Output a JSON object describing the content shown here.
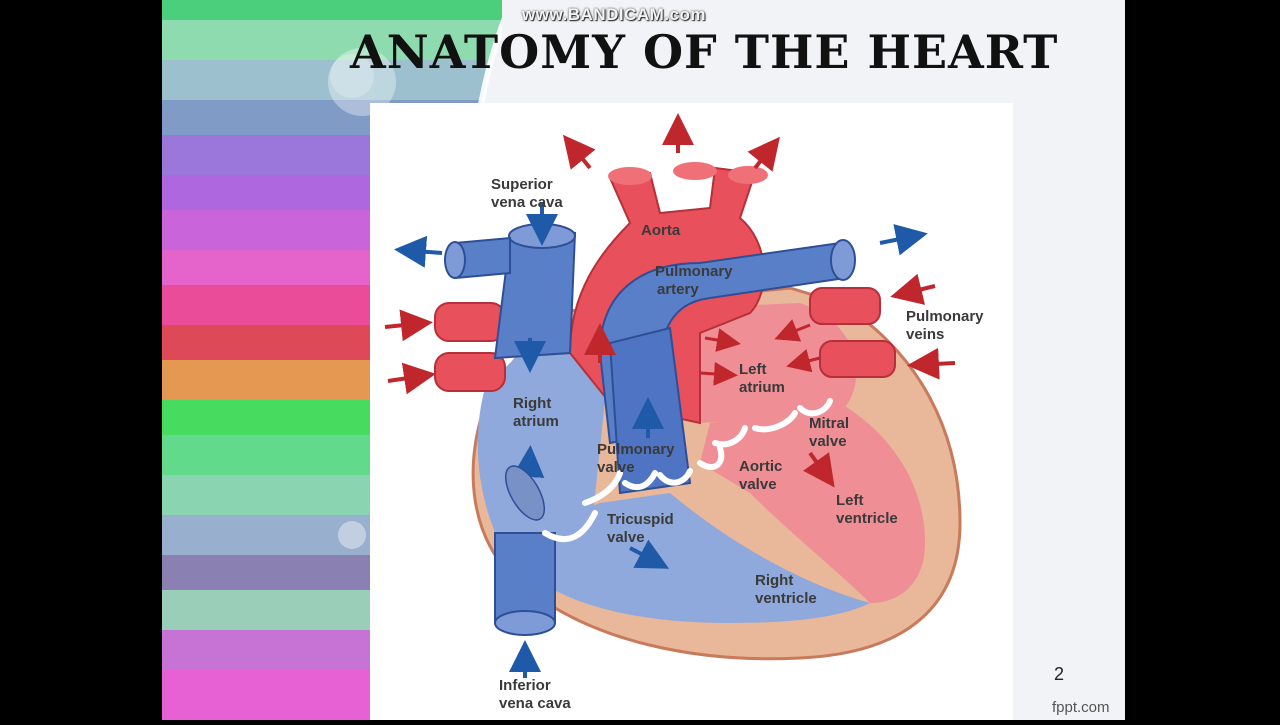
{
  "watermark": "www.BANDICAM.com",
  "slide": {
    "title": "ANATOMY OF THE HEART",
    "page_number": "2",
    "footer": "fppt.com"
  },
  "diagram": {
    "labels": {
      "superior_vena_cava": [
        "Superior",
        "vena cava"
      ],
      "aorta": [
        "Aorta"
      ],
      "pulmonary_artery": [
        "Pulmonary",
        "artery"
      ],
      "pulmonary_veins": [
        "Pulmonary",
        "veins"
      ],
      "left_atrium": [
        "Left",
        "atrium"
      ],
      "right_atrium": [
        "Right",
        "atrium"
      ],
      "mitral_valve": [
        "Mitral",
        "valve"
      ],
      "pulmonary_valve": [
        "Pulmonary",
        "valve"
      ],
      "aortic_valve": [
        "Aortic",
        "valve"
      ],
      "left_ventricle": [
        "Left",
        "ventricle"
      ],
      "tricuspid_valve": [
        "Tricuspid",
        "valve"
      ],
      "right_ventricle": [
        "Right",
        "ventricle"
      ],
      "inferior_vena_cava": [
        "Inferior",
        "vena cava"
      ]
    },
    "colors": {
      "oxygenated": "#e8505b",
      "deoxygenated": "#4f74c4",
      "wall": "#e9b79a",
      "arrow_red": "#c0272d",
      "arrow_blue": "#1e5aa8"
    }
  }
}
